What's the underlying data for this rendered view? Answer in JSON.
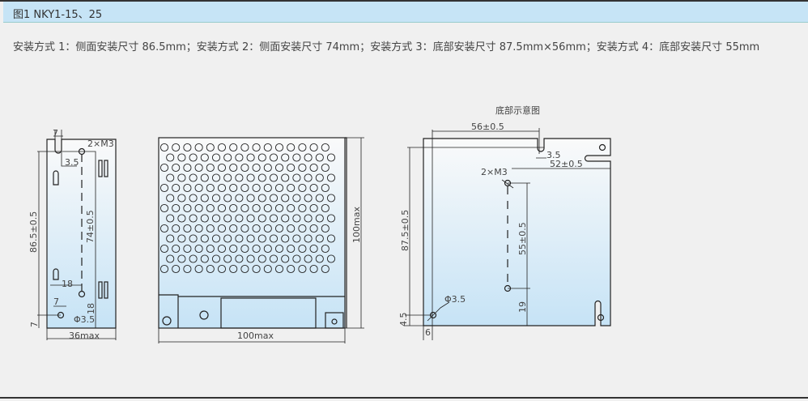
{
  "header": {
    "title": "图1 NKY1-15、25"
  },
  "description": "安装方式 1：侧面安装尺寸 86.5mm；安装方式 2：侧面安装尺寸 74mm；安装方式 3：底部安装尺寸 87.5mm×56mm；安装方式 4：底部安装尺寸 55mm",
  "side_view": {
    "d_7_top": "7",
    "d_m3": "2×M3",
    "d_3_5": "3.5",
    "d_86_5": "86.5±0.5",
    "d_74": "74±0.5",
    "d_18a": "18",
    "d_18b": "18",
    "d_7_left": "7",
    "d_7_bot": "7",
    "d_phi": "Φ3.5",
    "d_36": "36max"
  },
  "front_view": {
    "d_100h": "100max",
    "d_100w": "100max"
  },
  "bottom_view": {
    "title": "底部示意图",
    "d_56": "56±0.5",
    "d_3_5": "3.5",
    "d_52": "52±0.5",
    "d_m3": "2×M3",
    "d_87_5": "87.5±0.5",
    "d_55": "55±0.5",
    "d_19": "19",
    "d_phi": "Φ3.5",
    "d_4_5": "4.5",
    "d_6": "6"
  }
}
